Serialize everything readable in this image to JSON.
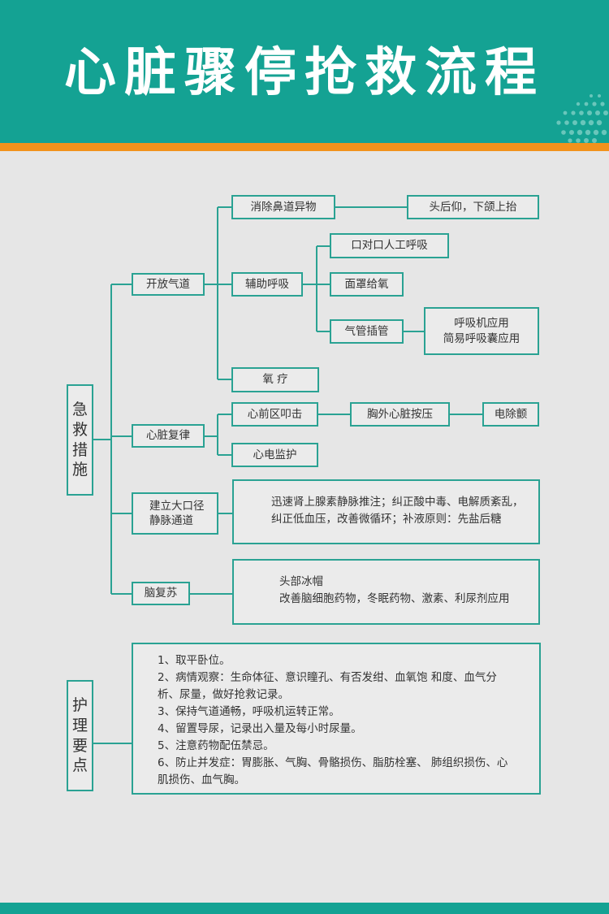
{
  "title": "心脏骤停抢救流程",
  "emergency": {
    "label": [
      "急",
      "救",
      "措",
      "施"
    ],
    "airway": {
      "label": "开放气道",
      "clear_nose": "消除鼻道异物",
      "head_tilt": "头后仰，下颌上抬",
      "assist_breathing": "辅助呼吸",
      "mouth_to_mouth": "口对口人工呼吸",
      "face_mask": "面罩给氧",
      "intubation": "气管插管",
      "ventilator_lines": [
        "呼吸机应用",
        "简易呼吸囊应用"
      ],
      "oxygen": "氧  疗"
    },
    "cardiac": {
      "label": "心脏复律",
      "precordial_thump": "心前区叩击",
      "chest_compression": "胸外心脏按压",
      "defibrillation": "电除颤",
      "ecg_monitor": "心电监护"
    },
    "iv_access": {
      "label_lines": [
        "建立大口径",
        "静脉通道"
      ],
      "detail_lines": [
        "迅速肾上腺素静脉推注；纠正酸中毒、电解质紊乱，",
        "纠正低血压，改善微循环；补液原则：先盐后糖"
      ]
    },
    "brain": {
      "label": "脑复苏",
      "detail_lines": [
        "头部冰帽",
        "改善脑细胞药物，冬眠药物、激素、利尿剂应用"
      ]
    }
  },
  "nursing": {
    "label": [
      "护",
      "理",
      "要",
      "点"
    ],
    "points": [
      "1、取平卧位。",
      "2、病情观察：生命体征、意识瞳孔、有否发绀、血氧饱   和度、血气分",
      "析、尿量，做好抢救记录。",
      "3、保持气道通畅，呼吸机运转正常。",
      "4、留置导尿，记录出入量及每小时尿量。",
      "5、注意药物配伍禁忌。",
      "6、防止并发症：胃膨胀、气胸、骨骼损伤、脂肪栓塞、   肺组织损伤、心",
      "肌损伤、血气胸。"
    ]
  },
  "colors": {
    "teal": "#14a293",
    "border": "#2aa293",
    "orange": "#f2921c",
    "background": "#e6e6e6"
  }
}
